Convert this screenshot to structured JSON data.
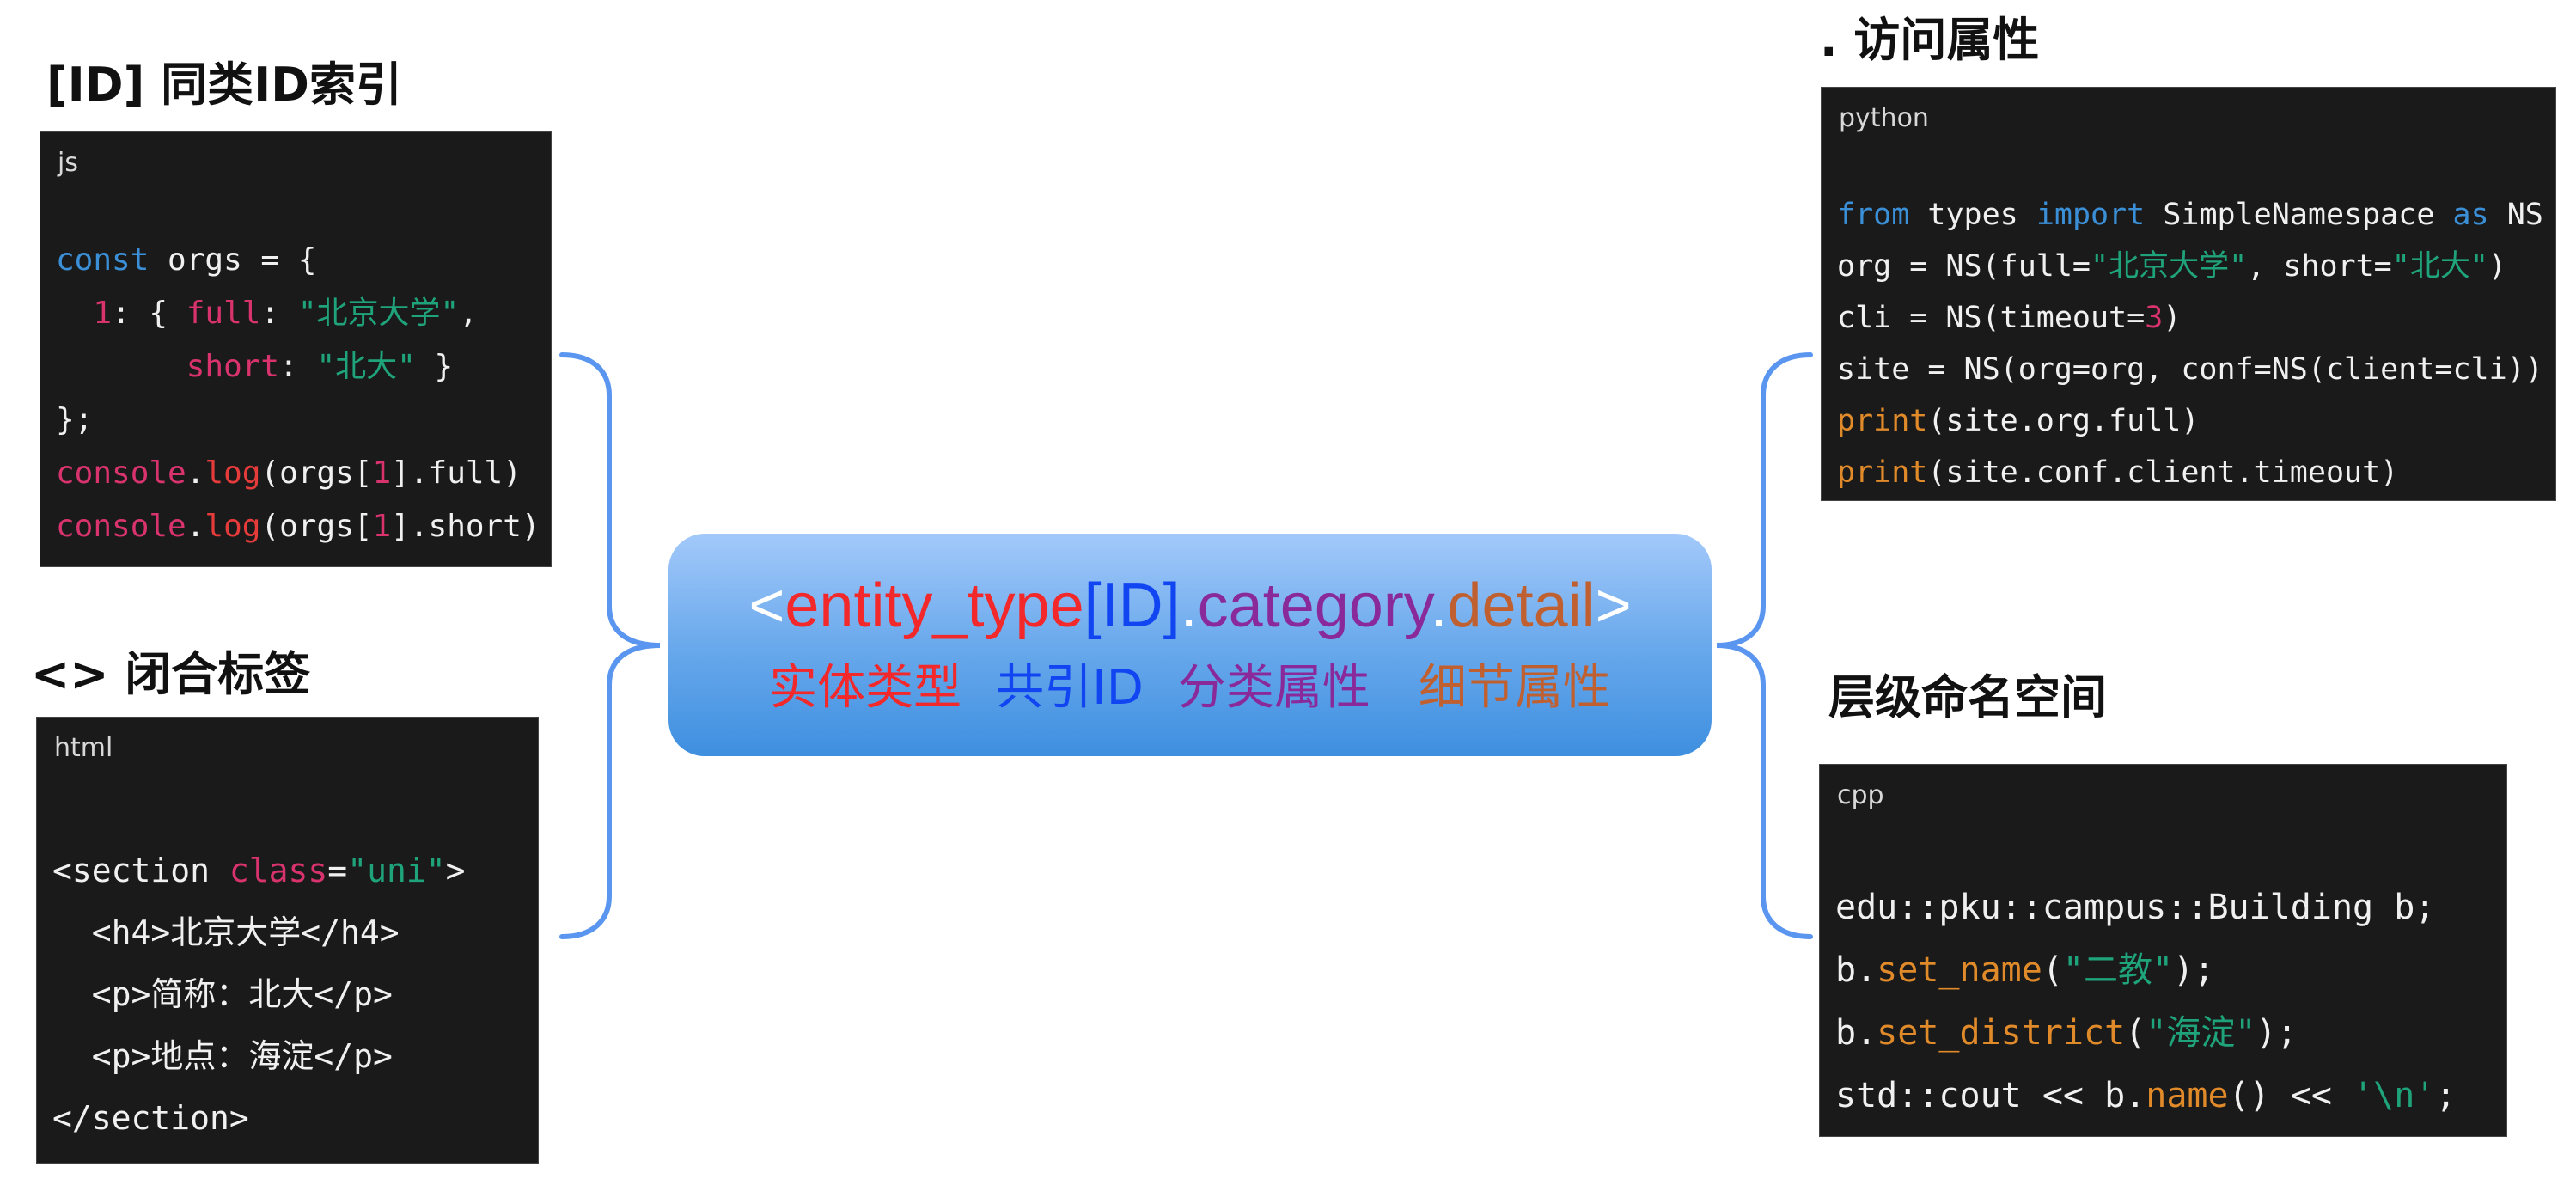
{
  "center": {
    "line1": {
      "open": "<",
      "entity_type": "entity_type",
      "id": "[ID]",
      "dot1": ".",
      "category": "category",
      "dot2": ".",
      "detail": "detail",
      "close": ">"
    },
    "line2": {
      "entity_type_label": "实体类型",
      "id_label": "共引ID",
      "category_label": "分类属性",
      "detail_label": "细节属性"
    },
    "colors": {
      "entity_type": "#f2282a",
      "id": "#1245f2",
      "category": "#8a2a9a",
      "detail": "#c06030",
      "bracket": "#5a96f0"
    }
  },
  "panels": {
    "id_index": {
      "title": "[ID] 同类ID索引",
      "lang": "js",
      "lines": [
        [
          {
            "t": "const",
            "c": "kw"
          },
          {
            "t": " orgs = {",
            "c": ""
          }
        ],
        [
          {
            "t": "  ",
            "c": ""
          },
          {
            "t": "1",
            "c": "pk"
          },
          {
            "t": ": { ",
            "c": ""
          },
          {
            "t": "full",
            "c": "pk"
          },
          {
            "t": ": ",
            "c": ""
          },
          {
            "t": "\"北京大学\"",
            "c": "st"
          },
          {
            "t": ",",
            "c": ""
          }
        ],
        [
          {
            "t": "       ",
            "c": ""
          },
          {
            "t": "short",
            "c": "pk"
          },
          {
            "t": ": ",
            "c": ""
          },
          {
            "t": "\"北大\"",
            "c": "st"
          },
          {
            "t": " }",
            "c": ""
          }
        ],
        [
          {
            "t": "};",
            "c": ""
          }
        ],
        [
          {
            "t": "console",
            "c": "pk"
          },
          {
            "t": ".",
            "c": ""
          },
          {
            "t": "log",
            "c": "fn"
          },
          {
            "t": "(orgs[",
            "c": ""
          },
          {
            "t": "1",
            "c": "pk"
          },
          {
            "t": "].full)",
            "c": ""
          }
        ],
        [
          {
            "t": "console",
            "c": "pk"
          },
          {
            "t": ".",
            "c": ""
          },
          {
            "t": "log",
            "c": "fn"
          },
          {
            "t": "(orgs[",
            "c": ""
          },
          {
            "t": "1",
            "c": "pk"
          },
          {
            "t": "].short)",
            "c": ""
          }
        ]
      ]
    },
    "closing_tag": {
      "title": "<> 闭合标签",
      "lang": "html",
      "lines": [
        [
          {
            "t": "<section ",
            "c": ""
          },
          {
            "t": "class",
            "c": "pk"
          },
          {
            "t": "=",
            "c": ""
          },
          {
            "t": "\"uni\"",
            "c": "st"
          },
          {
            "t": ">",
            "c": ""
          }
        ],
        [
          {
            "t": "  <h4>北京大学</h4>",
            "c": ""
          }
        ],
        [
          {
            "t": "  <p>简称：北大</p>",
            "c": ""
          }
        ],
        [
          {
            "t": "  <p>地点：海淀</p>",
            "c": ""
          }
        ],
        [
          {
            "t": "</section>",
            "c": ""
          }
        ]
      ]
    },
    "attribute_access": {
      "title": ". 访问属性",
      "lang": "python",
      "lines": [
        [
          {
            "t": "from",
            "c": "kw"
          },
          {
            "t": " types ",
            "c": ""
          },
          {
            "t": "import",
            "c": "kw"
          },
          {
            "t": " SimpleNamespace ",
            "c": ""
          },
          {
            "t": "as",
            "c": "kw"
          },
          {
            "t": " NS",
            "c": ""
          }
        ],
        [
          {
            "t": "org = NS(full=",
            "c": ""
          },
          {
            "t": "\"北京大学\"",
            "c": "st"
          },
          {
            "t": ", short=",
            "c": ""
          },
          {
            "t": "\"北大\"",
            "c": "st"
          },
          {
            "t": ")",
            "c": ""
          }
        ],
        [
          {
            "t": "cli = NS(timeout=",
            "c": ""
          },
          {
            "t": "3",
            "c": "pk"
          },
          {
            "t": ")",
            "c": ""
          }
        ],
        [
          {
            "t": "site = NS(org=org, conf=NS(client=cli))",
            "c": ""
          }
        ],
        [
          {
            "t": "print",
            "c": "or"
          },
          {
            "t": "(site.org.full)",
            "c": ""
          }
        ],
        [
          {
            "t": "print",
            "c": "or"
          },
          {
            "t": "(site.conf.client.timeout)",
            "c": ""
          }
        ]
      ]
    },
    "namespace": {
      "title": "层级命名空间",
      "lang": "cpp",
      "lines": [
        [
          {
            "t": "edu::pku::campus::Building b;",
            "c": ""
          }
        ],
        [
          {
            "t": "b.",
            "c": ""
          },
          {
            "t": "set_name",
            "c": "or"
          },
          {
            "t": "(",
            "c": ""
          },
          {
            "t": "\"二教\"",
            "c": "st"
          },
          {
            "t": ");",
            "c": ""
          }
        ],
        [
          {
            "t": "b.",
            "c": ""
          },
          {
            "t": "set_district",
            "c": "or"
          },
          {
            "t": "(",
            "c": ""
          },
          {
            "t": "\"海淀\"",
            "c": "st"
          },
          {
            "t": ");",
            "c": ""
          }
        ],
        [
          {
            "t": "std::cout << b.",
            "c": ""
          },
          {
            "t": "name",
            "c": "or"
          },
          {
            "t": "() << ",
            "c": ""
          },
          {
            "t": "'\\n'",
            "c": "st"
          },
          {
            "t": ";",
            "c": ""
          }
        ]
      ]
    }
  }
}
